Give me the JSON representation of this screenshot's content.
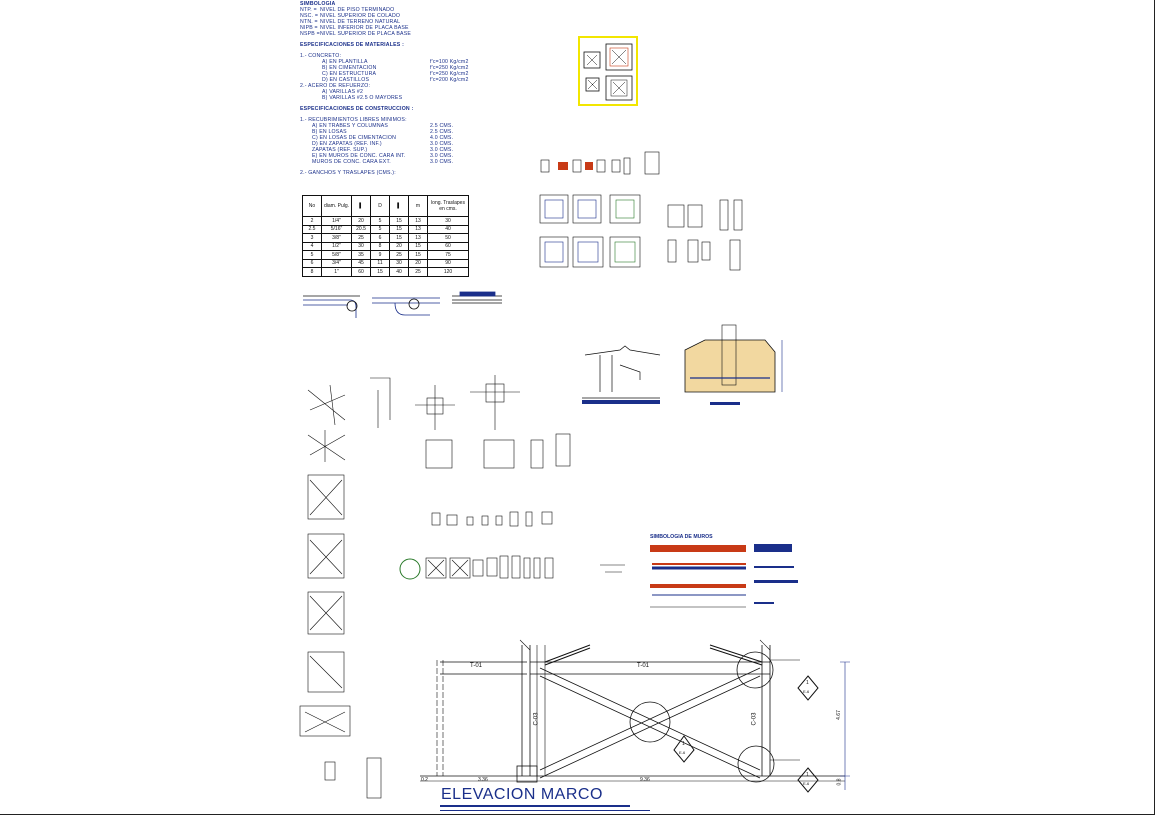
{
  "simbologia": {
    "title": "SIMBOLOGIA",
    "items": [
      {
        "code": "NTP. =",
        "text": "NIVEL DE PISO TERMINADO"
      },
      {
        "code": "NSC. =",
        "text": "NIVEL SUPERIOR DE COLADO"
      },
      {
        "code": "NTN. =",
        "text": "NIVEL DE TERRENO NATURAL"
      },
      {
        "code": "NIPB =",
        "text": "NIVEL INFERIOR DE PLACA BASE"
      },
      {
        "code": "NSPB =",
        "text": "NIVEL SUPERIOR DE PLACA BASE"
      }
    ]
  },
  "materiales": {
    "title": "ESPECIFICACIONES DE MATERIALES :",
    "concreto_title": "1.- CONCRETO:",
    "concreto": [
      {
        "item": "A) EN PLANTILLA",
        "value": "f'c=100 Kg/cm2"
      },
      {
        "item": "B) EN CIMENTACION",
        "value": "f'c=250 Kg/cm2"
      },
      {
        "item": "C) EN ESTRUCTURA",
        "value": "f'c=250 Kg/cm2"
      },
      {
        "item": "D) EN CASTILLOS",
        "value": "f'c=200 Kg/cm2"
      }
    ],
    "acero_title": "2.- ACERO DE REFUERZO:",
    "acero": [
      {
        "item": "A) VARILLAS #2"
      },
      {
        "item": "B) VARILLAS #2.5 O MAYORES"
      }
    ]
  },
  "construccion": {
    "title": "ESPECIFICACIONES DE CONSTRUCCION :",
    "recubrimientos_title": "1.- RECUBRIMIENTOS LIBRES MINIMOS:",
    "recubrimientos": [
      {
        "item": "A)  EN TRABES Y COLUMNAS",
        "value": "2.5 CMS."
      },
      {
        "item": "B)  EN LOSAS",
        "value": "2.5 CMS."
      },
      {
        "item": "C)  EN LOSAS DE CIMENTACION",
        "value": "4.0 CMS."
      },
      {
        "item": "D)  EN ZAPATAS (REF. INF.)",
        "value": "3.0 CMS."
      },
      {
        "item": "      ZAPATAS (REF. SUP.)",
        "value": "3.0 CMS."
      },
      {
        "item": "E)  EN MUROS DE CONC. CARA INT.",
        "value": "3.0 CMS."
      },
      {
        "item": "      MUROS DE CONC. CARA EXT.",
        "value": "3.0 CMS."
      }
    ],
    "ganchos_title": "2.- GANCHOS Y TRASLAPES (CMS.):"
  },
  "hooks_table": {
    "headers": [
      "No",
      "diam. Pulg.",
      "▌",
      "D",
      "▌",
      "m",
      "long. Traslapes en cms."
    ],
    "rows": [
      [
        "2",
        "1/4\"",
        "20",
        "5",
        "15",
        "13",
        "30"
      ],
      [
        "2.5",
        "5/16\"",
        "20.5",
        "5",
        "15",
        "13",
        "40"
      ],
      [
        "3",
        "3/8\"",
        "25",
        "6",
        "15",
        "13",
        "50"
      ],
      [
        "4",
        "1/2\"",
        "30",
        "8",
        "20",
        "15",
        "60"
      ],
      [
        "5",
        "5/8\"",
        "35",
        "9",
        "25",
        "15",
        "75"
      ],
      [
        "6",
        "3/4\"",
        "45",
        "11",
        "30",
        "20",
        "90"
      ],
      [
        "8",
        "1\"",
        "60",
        "15",
        "40",
        "25",
        "120"
      ]
    ]
  },
  "muros": {
    "title": "SIMBOLOGIA DE MUROS"
  },
  "elevacion": {
    "title": "ELEVACION MARCO",
    "beam_left": "T-01",
    "beam_mid": "T-01",
    "col_left": "C-03",
    "col_right": "C-03",
    "dim_left": "0.2",
    "dim_a": "3.36",
    "dim_b": "9.36",
    "dim_h": "4.67",
    "dim_base": "0.8",
    "detail_1": "1",
    "detail_1_sheet": "E-6",
    "detail_2": "1",
    "detail_2_sheet": "E-6",
    "detail_3": "1",
    "detail_3_sheet": "E-6"
  },
  "colors": {
    "blue": "#1a2f8a",
    "red": "#c83a16",
    "yellow": "#f2e600",
    "green": "#2a7a2a",
    "sand": "#f2d8a0"
  }
}
